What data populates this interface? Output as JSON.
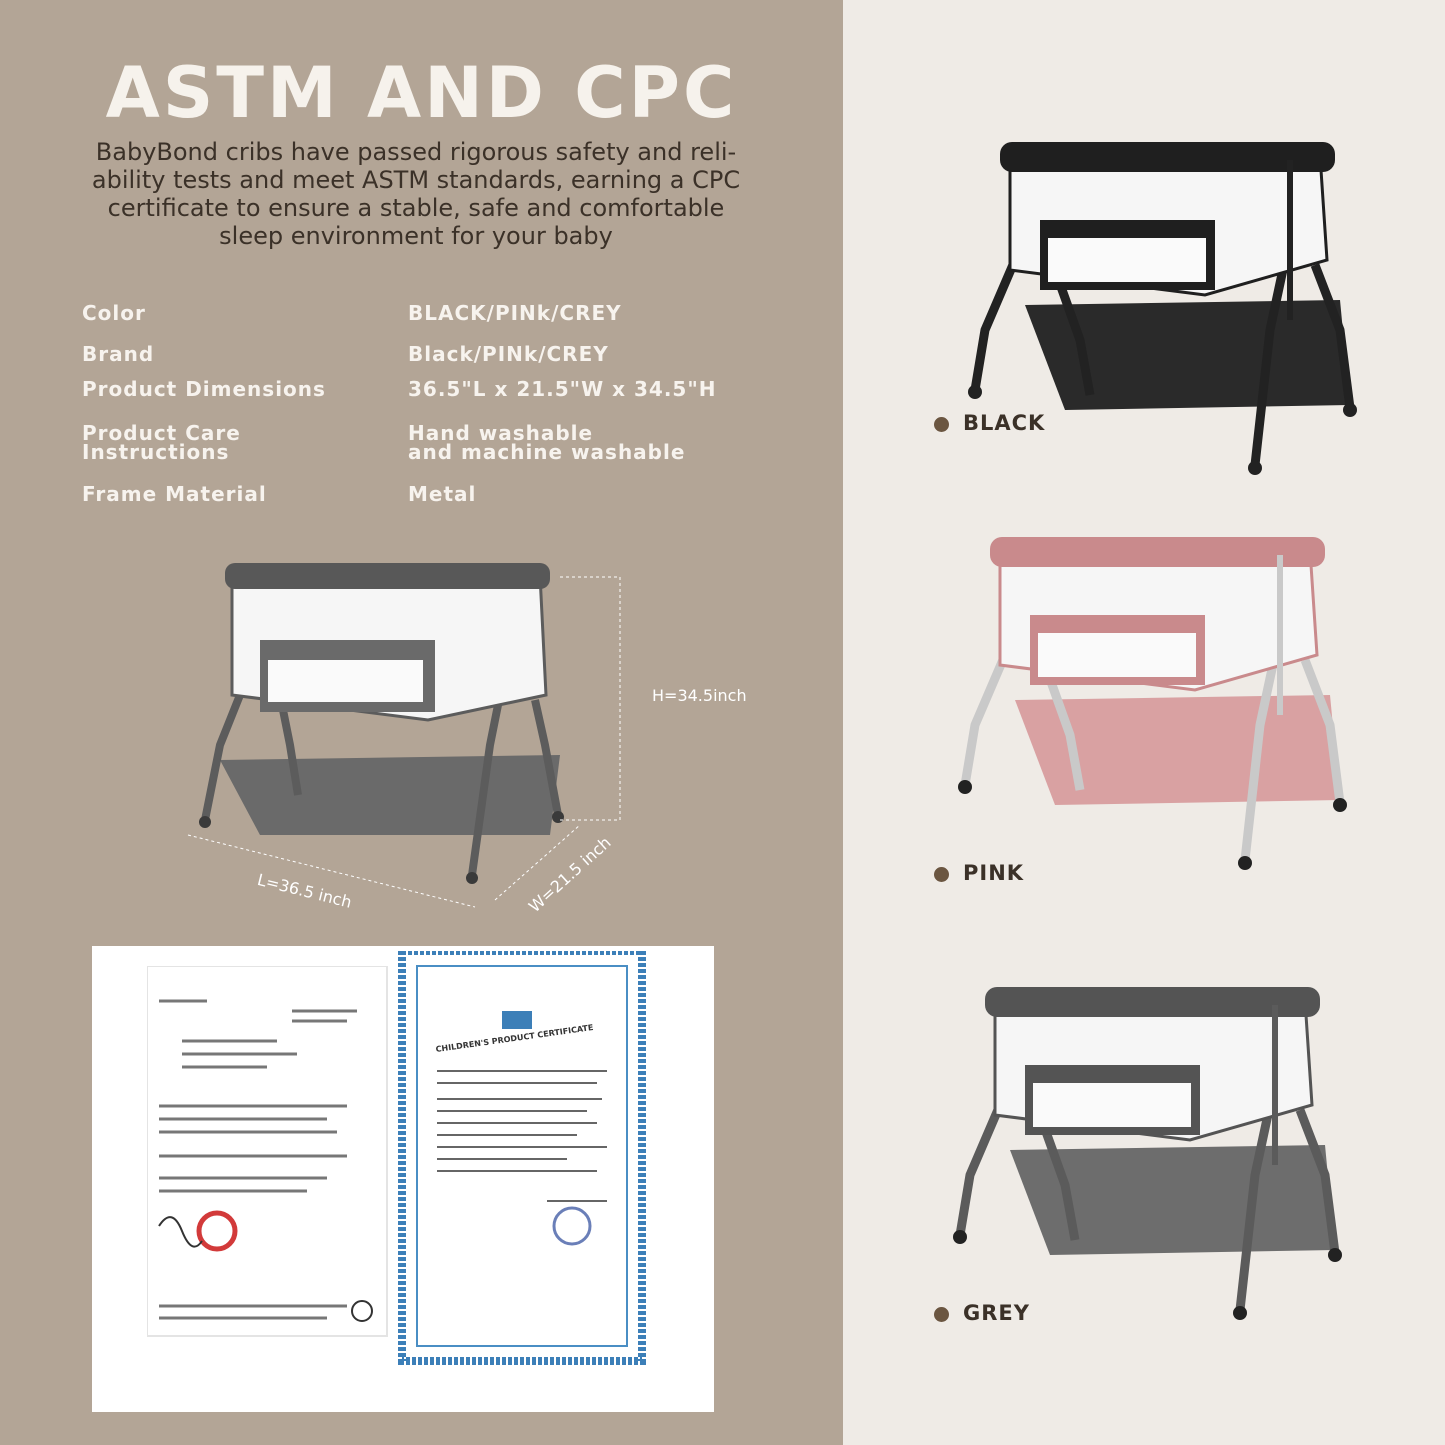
{
  "header": {
    "title": "ASTM AND CPC",
    "intro_lines": [
      "BabyBond cribs have passed rigorous safety and reli-",
      "ability tests and meet ASTM standards, earning a CPC",
      "certificate to ensure a stable, safe and comfortable",
      "sleep environment for your baby"
    ]
  },
  "specs": [
    {
      "label": "Color",
      "value": "BLACK/PINk/CREY"
    },
    {
      "label": "Brand",
      "value": "Black/PINk/CREY"
    },
    {
      "label": "Product Dimensions",
      "value": "36.5\"L x 21.5\"W x 34.5\"H"
    },
    {
      "label_lines": [
        "Product Care",
        "Instructions"
      ],
      "value_lines": [
        "Hand washable",
        "and machine washable"
      ]
    },
    {
      "label": "Frame Material",
      "value": "Metal"
    }
  ],
  "dimensions": {
    "height": "H=34.5inch",
    "length": "L=36.5 inch",
    "width": "W=21.5 inch"
  },
  "certificate": {
    "title": "CHILDREN'S PRODUCT CERTIFICATE"
  },
  "variants": [
    {
      "label": "BLACK",
      "frame": "#1f1f1f",
      "fabric": "#2a2a2a",
      "leg": "#222222"
    },
    {
      "label": "PINK",
      "frame": "#c98a8c",
      "fabric": "#d9a1a2",
      "leg": "#c9c9c9"
    },
    {
      "label": "GREY",
      "frame": "#545454",
      "fabric": "#6d6d6d",
      "leg": "#5b5b5b"
    }
  ],
  "colors": {
    "left_panel": "#b3a596",
    "right_panel": "#efebe6",
    "dot": "#6b5641",
    "grey_crib": "#5c5c5c"
  }
}
